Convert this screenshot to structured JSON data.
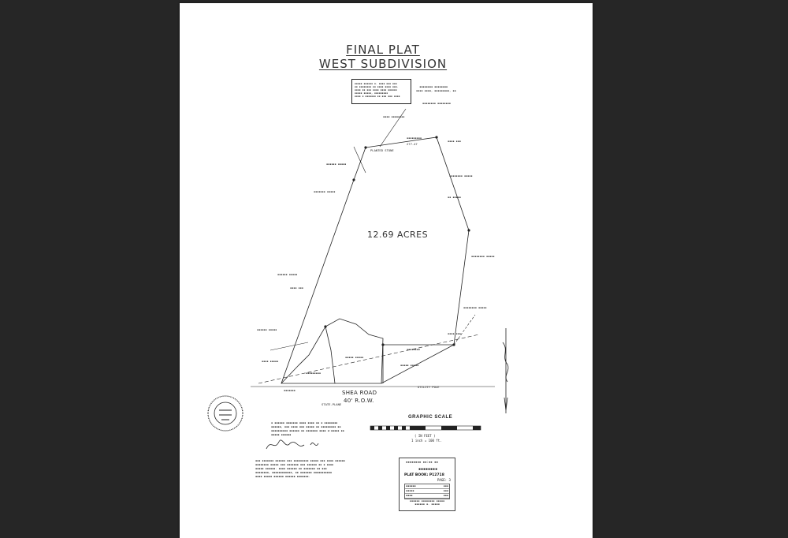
{
  "title": {
    "line1": "FINAL PLAT",
    "line2": "WEST SUBDIVISION"
  },
  "acreage": "12.69 ACRES",
  "road": {
    "name": "SHEA ROAD",
    "row": "40' R.O.W."
  },
  "graphic_scale": {
    "title": "GRAPHIC SCALE",
    "feet": "( IN FEET )",
    "ratio": "1 inch = 100 ft."
  },
  "recording": {
    "plat_book": "PLAT BOOK: P12718",
    "page": "PAGE: 3"
  },
  "labels": {
    "planted_stone": "PLANTED STONE",
    "line_top_distance": "277.47",
    "utility_pole": "UTILITY POLE",
    "state_plane": "STATE-PLANE"
  },
  "colors": {
    "viewer_bg": "#262626",
    "page_bg": "#ffffff",
    "ink": "#222222"
  }
}
